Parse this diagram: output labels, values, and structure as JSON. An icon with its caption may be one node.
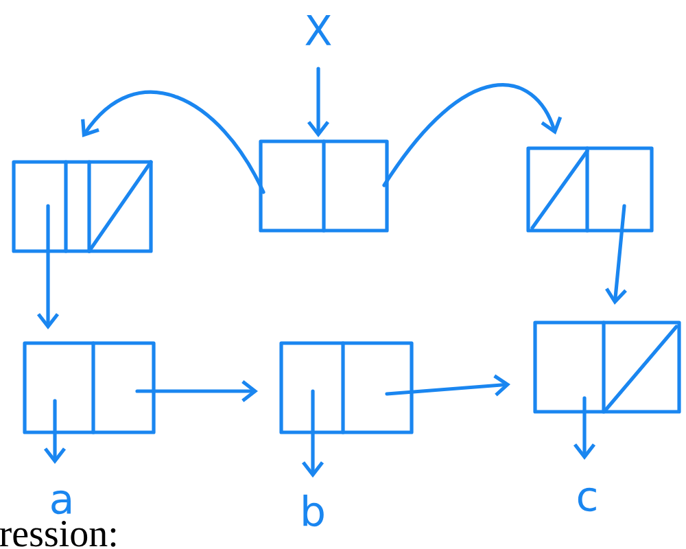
{
  "diagram": {
    "nodes": [
      {
        "text": [
          "X"
        ]
      },
      {
        "text": [],
        "shape": "box"
      },
      {
        "text": [],
        "shape": "box"
      },
      {
        "text": [],
        "shape": "box"
      },
      {
        "text": [],
        "shape": "box"
      },
      {
        "text": [],
        "shape": "box"
      },
      {
        "text": [],
        "shape": "box"
      },
      {
        "text": [
          "a"
        ]
      },
      {
        "text": [
          "b"
        ]
      },
      {
        "text": [
          "c"
        ]
      }
    ],
    "edges": [
      {
        "from": 0,
        "to": 2,
        "arrow": "to"
      },
      {
        "from": 2,
        "to": 1,
        "arrow": "to"
      },
      {
        "from": 2,
        "to": 3,
        "arrow": "to"
      },
      {
        "from": 1,
        "to": 4,
        "arrow": "to"
      },
      {
        "from": 3,
        "to": 6,
        "arrow": "to"
      },
      {
        "from": 4,
        "to": 5,
        "arrow": "to"
      },
      {
        "from": 5,
        "to": 6,
        "arrow": "to"
      },
      {
        "from": 4,
        "to": 7,
        "arrow": "to"
      },
      {
        "from": 5,
        "to": 8,
        "arrow": "to"
      },
      {
        "from": 6,
        "to": 9,
        "arrow": "to"
      }
    ],
    "labels": [
      "ression:"
    ]
  }
}
